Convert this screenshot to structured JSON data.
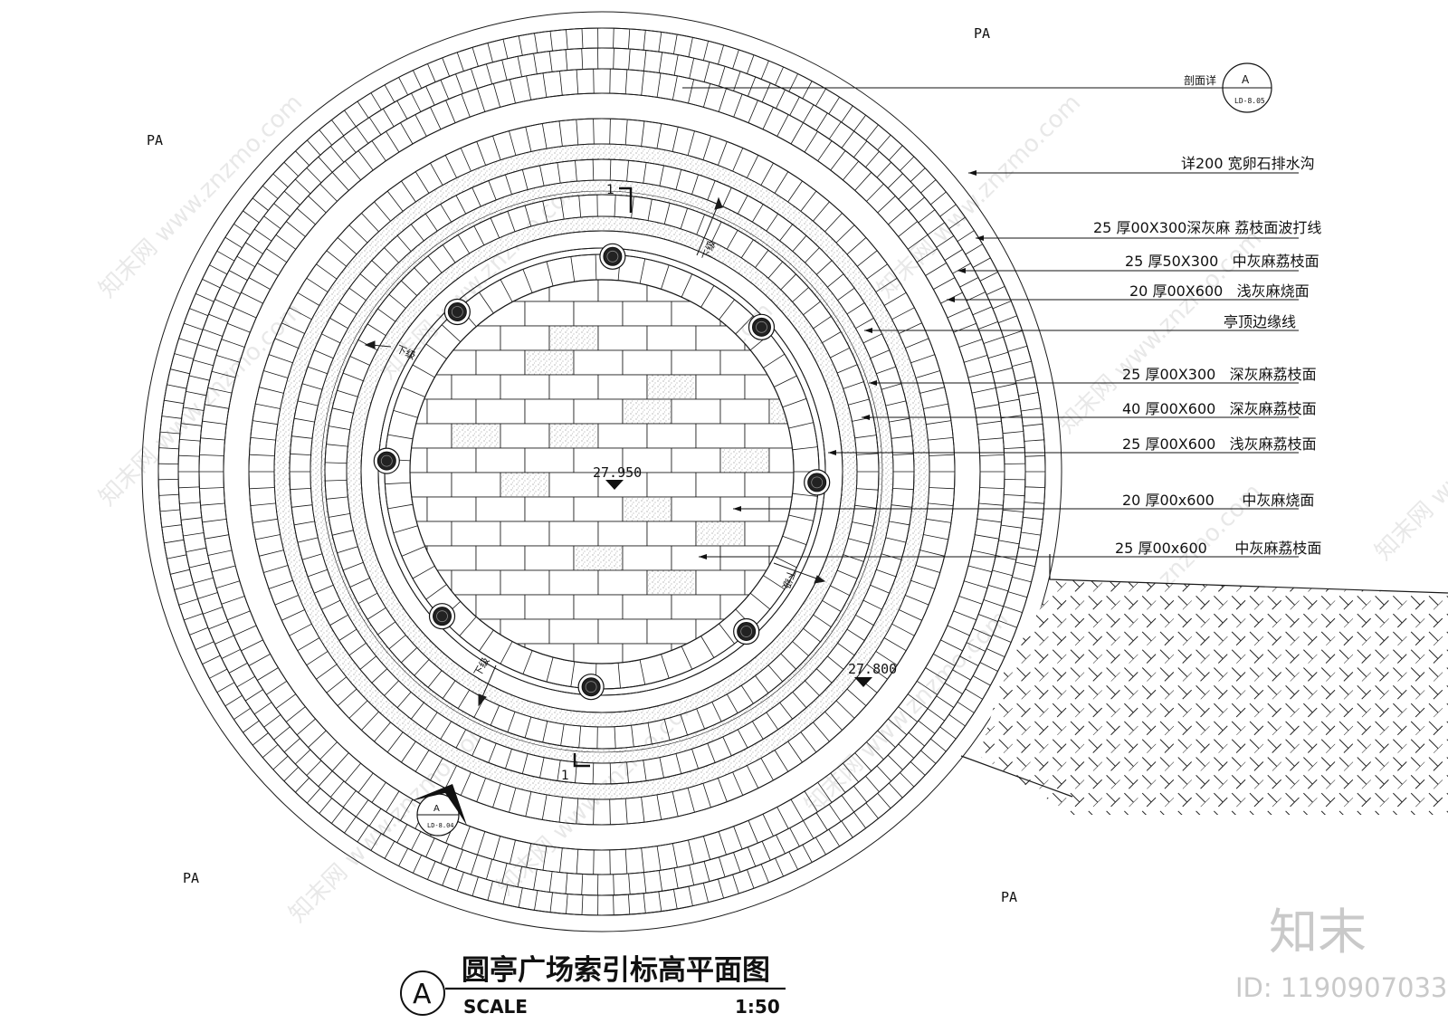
{
  "title": "圆亭广场索引标高平面图",
  "scale_label": "SCALE",
  "scale_value": "1:50",
  "title_symbol": "A",
  "pa_labels": [
    "PA",
    "PA",
    "PA",
    "PA"
  ],
  "section_ref": {
    "label": "剖面详",
    "letter": "A",
    "sheet": "LD-8.05"
  },
  "lower_ref": {
    "letter": "A",
    "sheet": "LD-8.04"
  },
  "section_marks": [
    "1",
    "1"
  ],
  "step_labels": [
    "下级",
    "下级",
    "下级",
    "下级"
  ],
  "elevations": {
    "center": "27.950",
    "outer": "27.800"
  },
  "callouts": [
    "详200 宽卵石排水沟",
    "25 厚00X300深灰麻 荔枝面波打线",
    "25 厚50X300   中灰麻荔枝面",
    "20 厚00X600   浅灰麻烧面",
    "亭顶边缘线",
    "25 厚00X300   深灰麻荔枝面",
    "40 厚00X600   深灰麻荔枝面",
    "25 厚00X600   浅灰麻荔枝面",
    "20 厚00x600      中灰麻烧面",
    "25 厚00x600      中灰麻荔枝面"
  ],
  "watermark": {
    "site": "www.znzmo.com",
    "brand": "知末网",
    "logo": "知末",
    "id": "ID: 1190907033"
  },
  "colors": {
    "line": "#1a1a1a",
    "watermark": "#d0d0d0"
  }
}
